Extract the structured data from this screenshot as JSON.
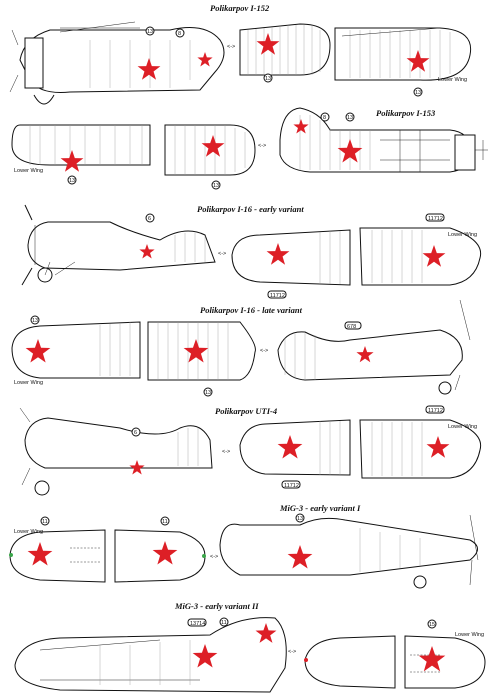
{
  "sheet": {
    "section_titles": [
      "Polikarpov  I-152",
      "Polikarpov  I-153",
      "Polikarpov  I-16 - early variant",
      "Polikarpov  I-16 - late variant",
      "Polikarpov  UTI-4",
      "MiG-3 - early variant I",
      "MiG-3 - early variant II"
    ],
    "lower_wing_label": "Lower Wing",
    "callouts": {
      "c13": "13",
      "c8": "8",
      "c6": "6",
      "c11": "11",
      "c15": "15",
      "c11712": "11712",
      "c678": "678",
      "c13714": "13714"
    },
    "arrow_glyph": "<->"
  },
  "colors": {
    "star_red": "#dd1f26",
    "line": "#111111",
    "panel_lines": "#9a9a9a",
    "wingtip_green": "#3aa64a"
  }
}
